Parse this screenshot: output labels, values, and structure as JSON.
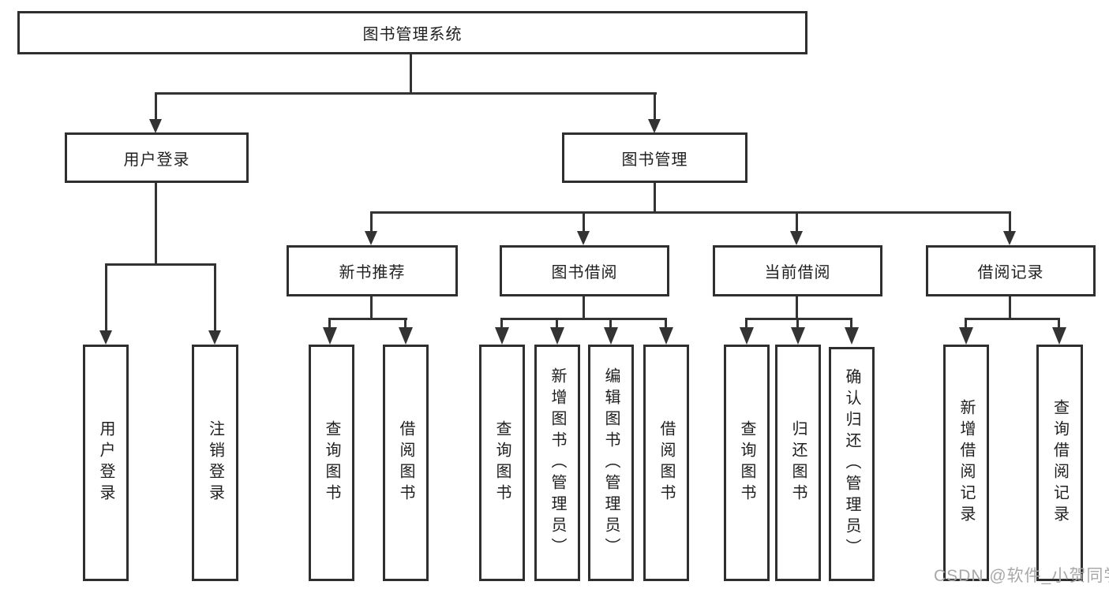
{
  "diagram_type": "hierarchy-tree",
  "tree": {
    "label": "图书管理系统",
    "children": [
      {
        "label": "用户登录",
        "children": [
          {
            "label": "用户登录"
          },
          {
            "label": "注销登录"
          }
        ]
      },
      {
        "label": "图书管理",
        "children": [
          {
            "label": "新书推荐",
            "children": [
              {
                "label": "查询图书"
              },
              {
                "label": "借阅图书"
              }
            ]
          },
          {
            "label": "图书借阅",
            "children": [
              {
                "label": "查询图书"
              },
              {
                "label": "新增图书（管理员）"
              },
              {
                "label": "编辑图书（管理员）"
              },
              {
                "label": "借阅图书"
              }
            ]
          },
          {
            "label": "当前借阅",
            "children": [
              {
                "label": "查询图书"
              },
              {
                "label": "归还图书"
              },
              {
                "label": "确认归还（管理员）"
              }
            ]
          },
          {
            "label": "借阅记录",
            "children": [
              {
                "label": "新增借阅记录"
              },
              {
                "label": "查询借阅记录"
              }
            ]
          }
        ]
      }
    ]
  },
  "watermark": "CSDN @软件_小贺同学",
  "colors": {
    "background": "#ffffff",
    "box_border": "#2f2f2f",
    "line": "#333333",
    "text": "#1f1f1f",
    "watermark": "#a8a8a8"
  }
}
